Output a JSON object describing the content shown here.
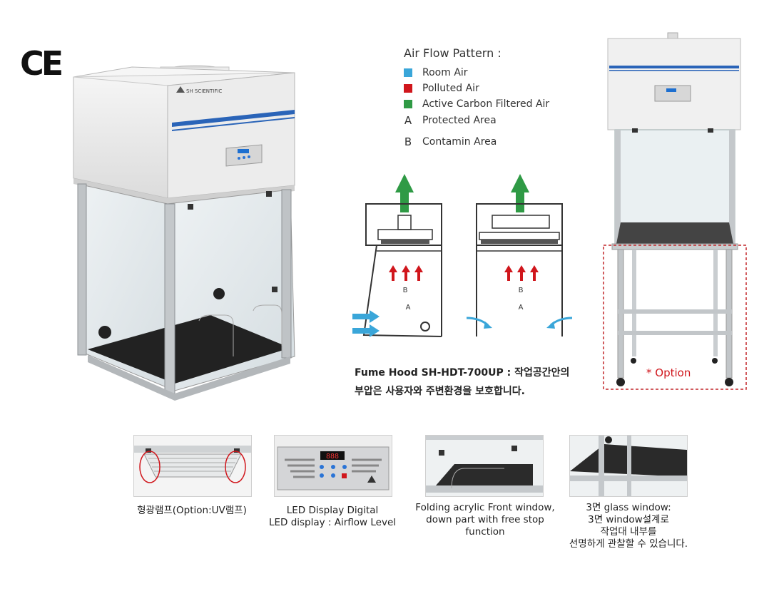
{
  "ce_mark": "CE",
  "legend": {
    "title": "Air Flow Pattern :",
    "items": [
      {
        "marker": "#3aa6d9",
        "label": "Room Air"
      },
      {
        "marker": "#d0161c",
        "label": "Polluted Air"
      },
      {
        "marker": "#2f9a45",
        "label": "Active Carbon Filtered Air"
      },
      {
        "marker": "A",
        "label": "Protected Area"
      },
      {
        "marker": "B",
        "label": "Contamin Area"
      }
    ]
  },
  "diagram_labels": {
    "a": "A",
    "b": "B"
  },
  "brand_label": "SH SCIENTIFIC",
  "lcd_value": "888",
  "description": {
    "line1": "Fume Hood SH-HDT-700UP : 작업공간안의",
    "line2": "부압은 사용자와 주변환경을 보호합니다."
  },
  "option_label": "* Option",
  "features": [
    {
      "caption": "형광램프(Option:UV램프)"
    },
    {
      "caption_lines": [
        "LED Display Digital",
        "LED display : Airflow Level"
      ]
    },
    {
      "caption_lines": [
        "Folding acrylic Front window,",
        "down part with free stop",
        "function"
      ]
    },
    {
      "caption_lines": [
        "3면 glass window:",
        "3면 window설계로",
        "작업대 내부를",
        "선명하게 관찰할 수 있습니다."
      ]
    }
  ],
  "colors": {
    "room_air": "#3aa6d9",
    "polluted_air": "#d0161c",
    "filtered_air": "#2f9a45",
    "stripe": "#2a64b8",
    "option": "#d0161c"
  }
}
